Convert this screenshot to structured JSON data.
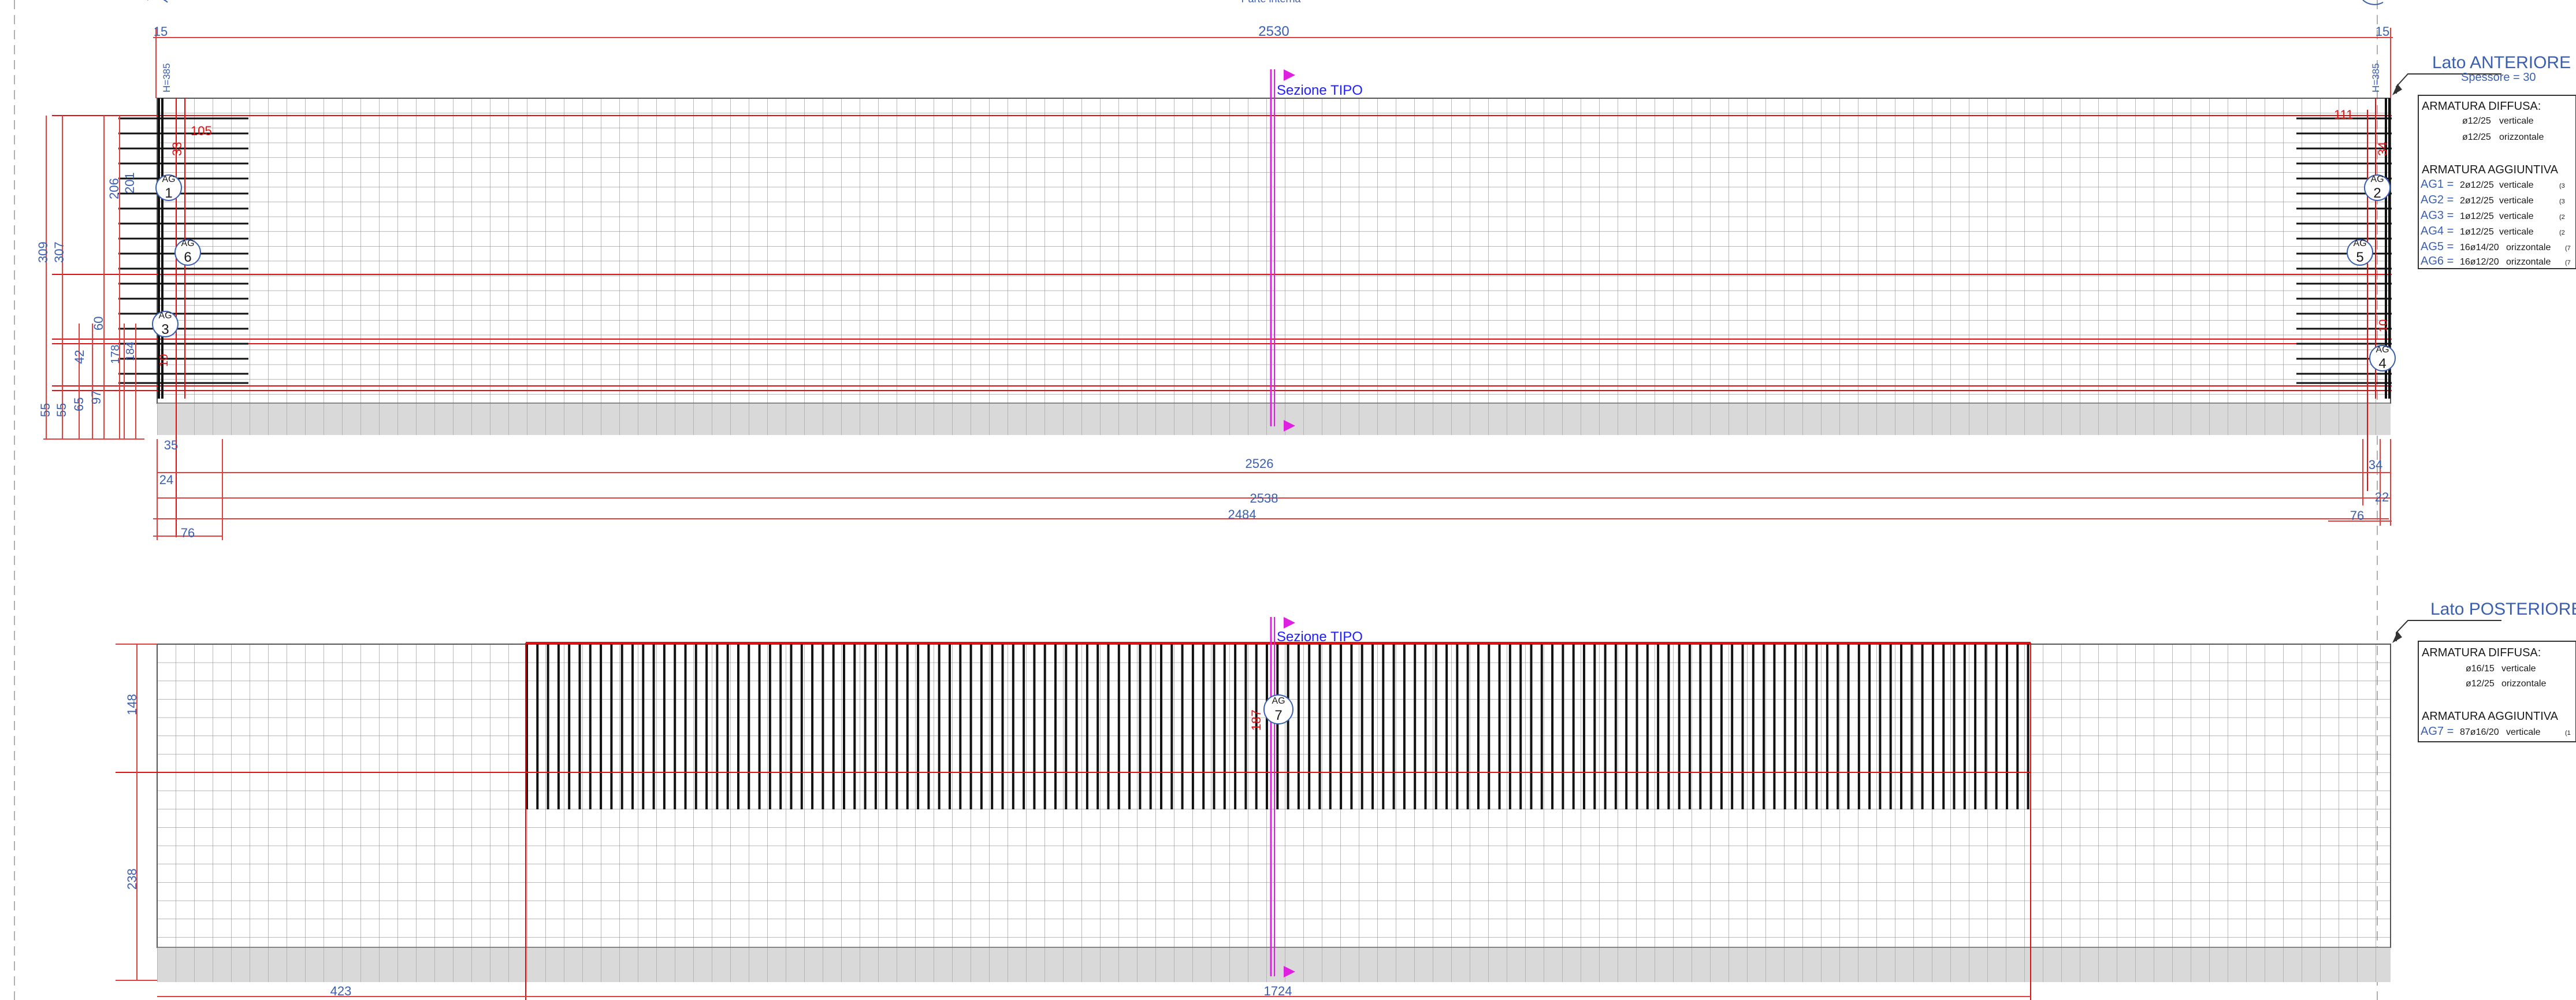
{
  "header": {
    "partial_label": "Parte interna",
    "overall_length": "2530",
    "edge_left": "15",
    "edge_right": "15"
  },
  "front": {
    "side_title": "Lato ANTERIORE",
    "thickness": "Spessore = 30",
    "section_label": "Sezione TIPO",
    "diffuse_title": "ARMATURA DIFFUSA:",
    "diffuse": [
      {
        "bar": "ø12/25",
        "dir": "verticale"
      },
      {
        "bar": "ø12/25",
        "dir": "orizzontale"
      }
    ],
    "additional_title": "ARMATURA AGGIUNTIVA",
    "additional": [
      {
        "id": "AG1 =",
        "bar": "2ø12/25",
        "dir": "verticale",
        "note": "(3"
      },
      {
        "id": "AG2 =",
        "bar": "2ø12/25",
        "dir": "verticale",
        "note": "(3"
      },
      {
        "id": "AG3 =",
        "bar": "1ø12/25",
        "dir": "verticale",
        "note": "(2"
      },
      {
        "id": "AG4 =",
        "bar": "1ø12/25",
        "dir": "verticale",
        "note": "(2"
      },
      {
        "id": "AG5 =",
        "bar": "16ø14/20",
        "dir": "orizzontale",
        "note": "(7"
      },
      {
        "id": "AG6 =",
        "bar": "16ø12/20",
        "dir": "orizzontale",
        "note": "(7"
      }
    ],
    "height_left": "H=385",
    "height_right": "H=385",
    "dims_left_vertical": [
      "309",
      "307",
      "206",
      "201",
      "60",
      "42",
      "178",
      "184",
      "55",
      "55",
      "65",
      "97"
    ],
    "dims_left_red": [
      "105",
      "33",
      "10"
    ],
    "dims_right_red": [
      "111",
      "34",
      "10"
    ],
    "dims_bottom": {
      "d2526": "2526",
      "d2538": "2538",
      "d2484": "2484",
      "left_35": "35",
      "left_24": "24",
      "left_76": "76",
      "right_34": "34",
      "right_22": "22",
      "right_76": "76"
    },
    "tags": [
      {
        "label": "AG",
        "num": "1"
      },
      {
        "label": "AG",
        "num": "6"
      },
      {
        "label": "AG",
        "num": "3"
      },
      {
        "label": "AG",
        "num": "2"
      },
      {
        "label": "AG",
        "num": "5"
      },
      {
        "label": "AG",
        "num": "4"
      }
    ]
  },
  "rear": {
    "side_title": "Lato POSTERIORE",
    "section_label": "Sezione TIPO",
    "diffuse_title": "ARMATURA DIFFUSA:",
    "diffuse": [
      {
        "bar": "ø16/15",
        "dir": "verticale"
      },
      {
        "bar": "ø12/25",
        "dir": "orizzontale"
      }
    ],
    "additional_title": "ARMATURA AGGIUNTIVA",
    "additional": [
      {
        "id": "AG7 =",
        "bar": "87ø16/20",
        "dir": "verticale",
        "note": "(1"
      }
    ],
    "dims_vertical": [
      "148",
      "238"
    ],
    "dim_red": "187",
    "tag": {
      "label": "AG",
      "num": "7"
    },
    "dims_bottom": {
      "d423": "423",
      "d1724": "1724"
    }
  }
}
